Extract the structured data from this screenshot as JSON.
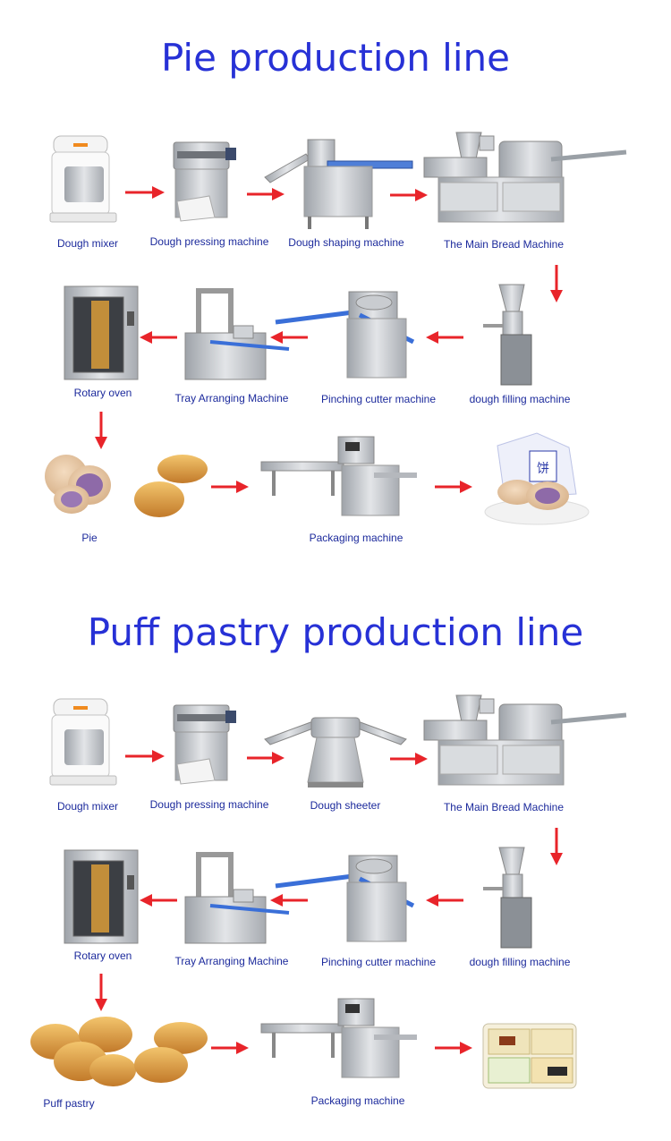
{
  "colors": {
    "title": "#2731d6",
    "label": "#1c2a9c",
    "arrow": "#e8242a",
    "belt": "#3a6fd8",
    "steel": "#c9ccd0"
  },
  "sections": [
    {
      "title": "Pie production line",
      "row1": [
        "Dough mixer",
        "Dough pressing machine",
        "Dough shaping machine",
        "The Main Bread Machine"
      ],
      "row2": [
        "Rotary oven",
        "Tray Arranging Machine",
        "Pinching cutter machine",
        "dough filling machine"
      ],
      "row3": [
        "Pie",
        "Packaging machine"
      ]
    },
    {
      "title": "Puff pastry production line",
      "row1": [
        "Dough mixer",
        "Dough pressing machine",
        "Dough sheeter",
        "The Main Bread Machine"
      ],
      "row2": [
        "Rotary oven",
        "Tray Arranging Machine",
        "Pinching cutter machine",
        "dough filling machine"
      ],
      "row3": [
        "Puff pastry",
        "Packaging machine"
      ]
    }
  ]
}
